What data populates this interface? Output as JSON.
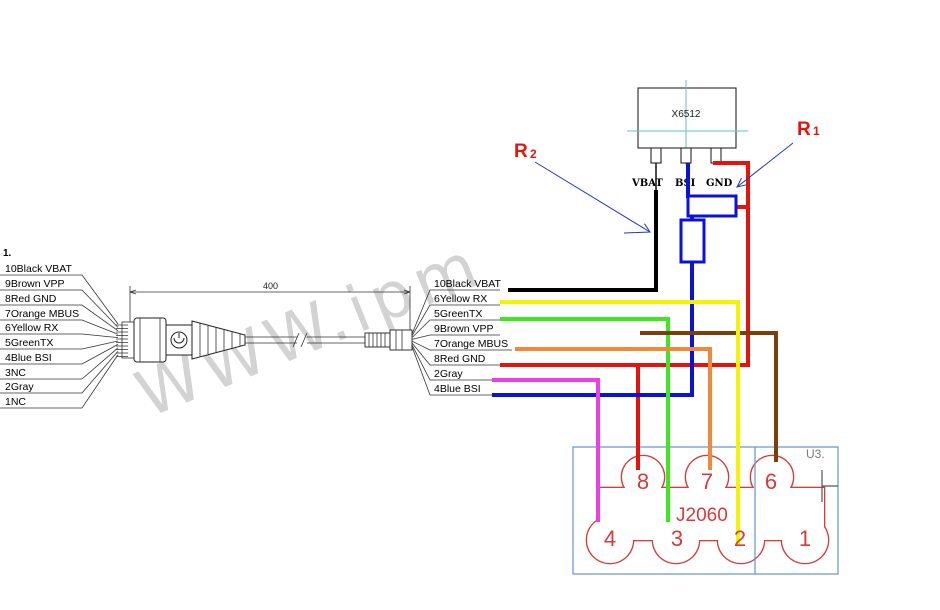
{
  "corner_mark": "1.",
  "watermark": "WWW.ipm",
  "chip": {
    "label": "X6512",
    "pins": {
      "vbat": "VBAT",
      "bsi": "BSI",
      "gnd": "GND"
    }
  },
  "resistors": {
    "r1": {
      "letter": "R",
      "index": "1"
    },
    "r2": {
      "letter": "R",
      "index": "2"
    }
  },
  "cable": {
    "length": "400"
  },
  "left_pinout": [
    "10Black VBAT",
    "9Brown VPP",
    "8Red GND",
    "7Orange MBUS",
    "6Yellow RX",
    "5GreenTX",
    "4Blue BSI",
    "3NC",
    "2Gray",
    "1NC"
  ],
  "right_pinout": [
    "10Black VBAT",
    "6Yellow RX",
    "5GreenTX",
    "9Brown VPP",
    "7Orange MBUS",
    "8Red GND",
    "2Gray",
    "4Blue BSI"
  ],
  "connector": {
    "name": "J2060",
    "pins": {
      "p8": "8",
      "p7": "7",
      "p6": "6",
      "p4": "4",
      "p3": "3",
      "p2": "2",
      "p1": "1"
    },
    "partial_label": "U3."
  },
  "colors": {
    "wire_black": "#000000",
    "wire_red": "#e8120c",
    "wire_yellow": "#f4f400",
    "wire_green": "#3ce81e",
    "wire_brown": "#7b3f0c",
    "wire_orange": "#f08a3a",
    "wire_magenta": "#f03ee6",
    "wire_blue": "#0a12d8",
    "label_red": "#e8140c",
    "arrow_blue": "#2a36c4",
    "connector_red": "#d93a3a",
    "frame_blue": "#6f9bd1",
    "crosshair_cyan": "#66c2c2"
  }
}
